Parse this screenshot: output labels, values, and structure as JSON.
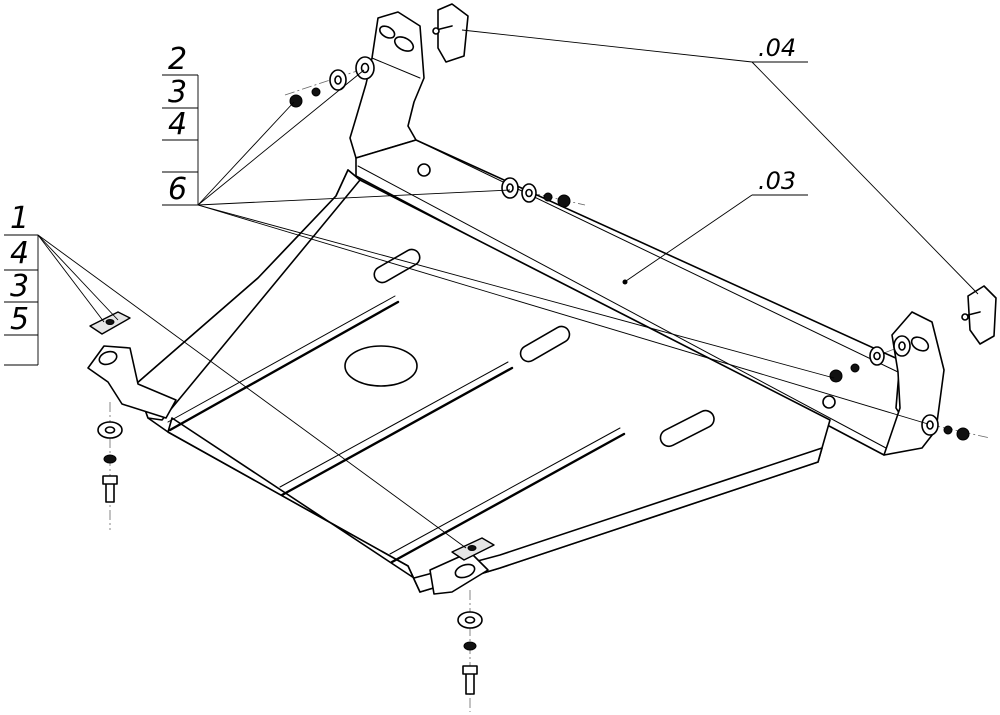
{
  "callouts": {
    "group_left": [
      "1",
      "4",
      "3",
      "5"
    ],
    "group_top": [
      "2",
      "3",
      "4",
      "6"
    ],
    "ref_04": ".04",
    "ref_03": ".03"
  }
}
